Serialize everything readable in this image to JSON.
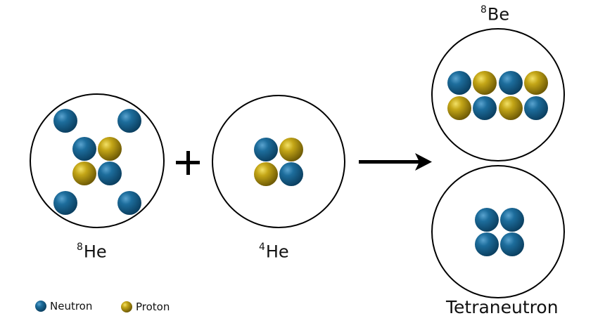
{
  "colors": {
    "neutron": "#155e8a",
    "neutron_highlight": "#5aa3cf",
    "proton": "#b59a12",
    "proton_highlight": "#f2e066",
    "outline": "#000000"
  },
  "reaction": {
    "operator": "+",
    "arrow": "right-arrow"
  },
  "nuclei": [
    {
      "id": "he8",
      "mass_number": "8",
      "symbol": "He",
      "neutrons": 6,
      "protons": 2
    },
    {
      "id": "he4",
      "mass_number": "4",
      "symbol": "He",
      "neutrons": 2,
      "protons": 2
    },
    {
      "id": "be8",
      "mass_number": "8",
      "symbol": "Be",
      "neutrons": 4,
      "protons": 4
    },
    {
      "id": "tetraneutron",
      "name": "Tetraneutron",
      "neutrons": 4,
      "protons": 0
    }
  ],
  "legend": {
    "items": [
      {
        "label": "Neutron",
        "type": "neutron"
      },
      {
        "label": "Proton",
        "type": "proton"
      }
    ]
  }
}
